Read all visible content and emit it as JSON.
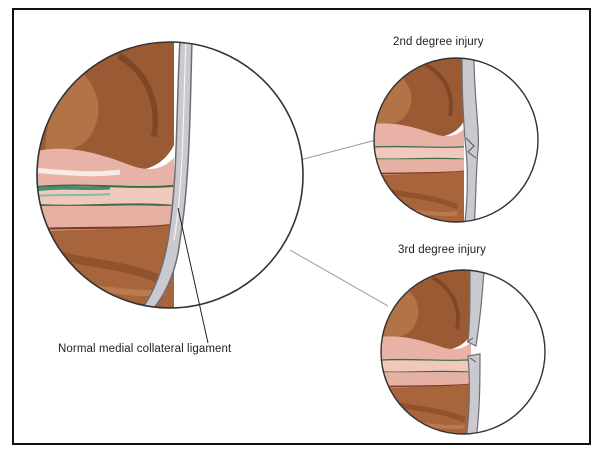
{
  "labels": {
    "second_degree": "2nd degree injury",
    "third_degree": "3rd degree injury",
    "normal": "Normal medial collateral ligament"
  }
}
